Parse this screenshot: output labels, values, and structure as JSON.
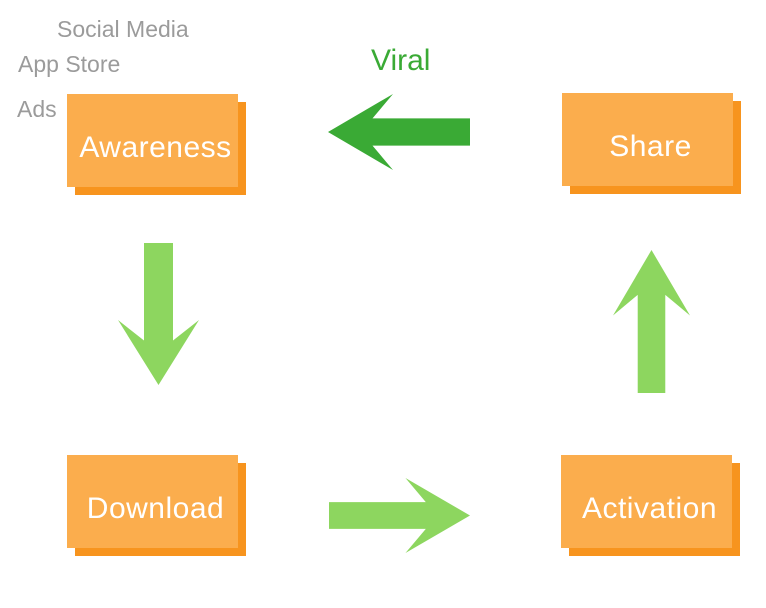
{
  "diagram": {
    "channels": {
      "social_media": "Social Media",
      "app_store": "App Store",
      "ads": "Ads"
    },
    "viral_label": "Viral",
    "nodes": {
      "awareness": {
        "label": "Awareness"
      },
      "share": {
        "label": "Share"
      },
      "download": {
        "label": "Download"
      },
      "activation": {
        "label": "Activation"
      }
    },
    "arrows": {
      "viral": {
        "direction": "left",
        "from": "Share",
        "to": "Awareness"
      },
      "awareness_to_download": {
        "direction": "down",
        "from": "Awareness",
        "to": "Download"
      },
      "download_to_activation": {
        "direction": "right",
        "from": "Download",
        "to": "Activation"
      },
      "activation_to_share": {
        "direction": "up",
        "from": "Activation",
        "to": "Share"
      }
    }
  },
  "colors": {
    "box_fill": "#FBAD4D",
    "box_shadow": "#F7941E",
    "box_text": "#FFFFFF",
    "arrow_light_green": "#8DD65F",
    "arrow_dark_green": "#3AAA35",
    "channel_text_gray": "#9B9B9B",
    "viral_text_green": "#3AAA35",
    "background": "#FFFFFF"
  }
}
